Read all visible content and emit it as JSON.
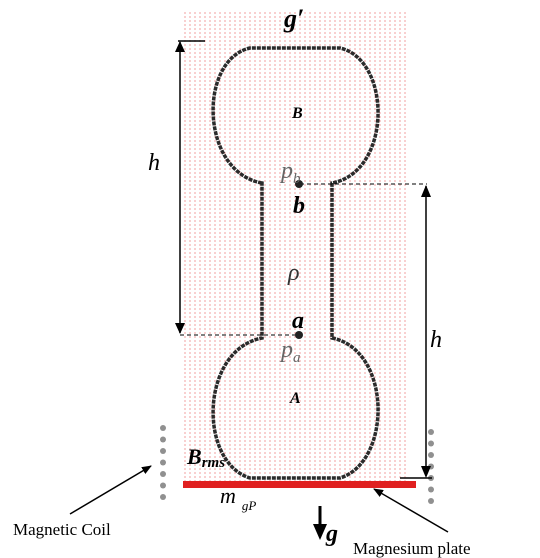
{
  "colors": {
    "field_lines": "#f0a0a0",
    "body_outline": "#2b2b2b",
    "plate": "#e02020",
    "coil_dots": "#909090",
    "text": "#000000"
  },
  "labels": {
    "field_top": "g′",
    "gravity": "g",
    "bulb_top": "B",
    "bulb_bottom": "A",
    "point_b_upper": "p",
    "point_b_upper_sub": "b",
    "point_b_lower": "b",
    "point_a_upper": "a",
    "point_a_lower": "p",
    "point_a_lower_sub": "a",
    "density": "ρ",
    "height_left": "h",
    "height_right": "h",
    "field_strength": "B",
    "field_strength_sub": "rms",
    "plate_mass": "m",
    "plate_mass_sub": "gP",
    "magnetic_coil": "Magnetic Coil",
    "magnesium_plate": "Magnesium plate"
  }
}
